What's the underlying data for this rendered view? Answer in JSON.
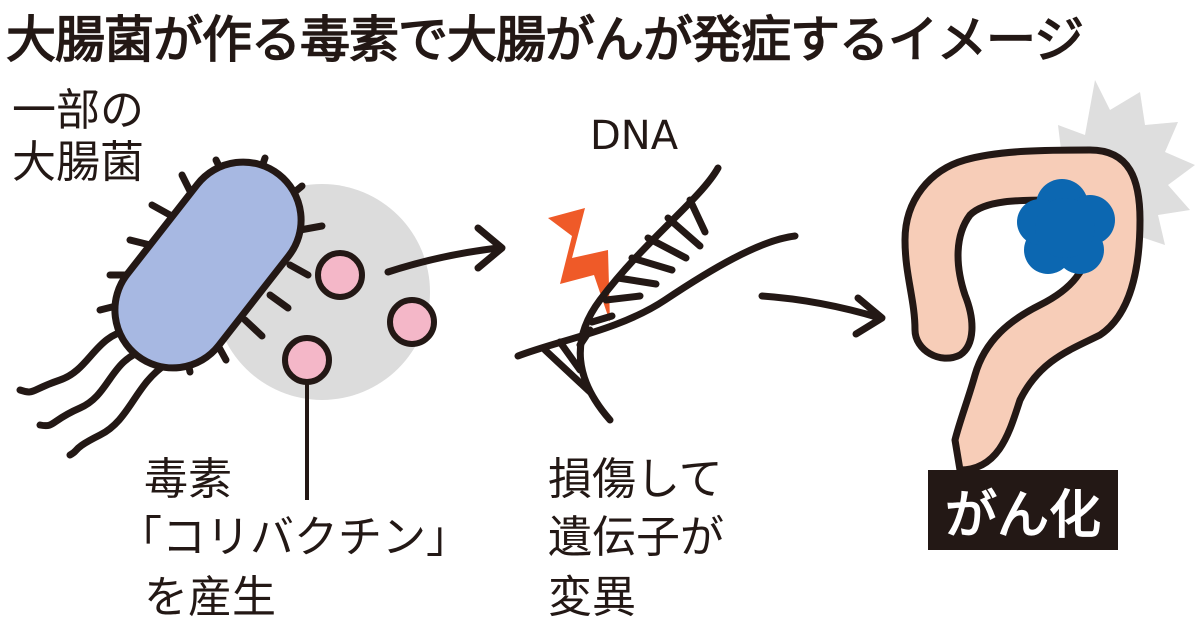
{
  "title": "大腸菌が作る毒素で大腸がんが発症するイメージ",
  "labels": {
    "bacteria": [
      "一部の",
      "大腸菌"
    ],
    "toxin": [
      "毒素",
      "「コリバクチン」",
      "を産生"
    ],
    "dna": "DNA",
    "damage": [
      "損傷して",
      "遺伝子が",
      "変異"
    ],
    "cancer": "がん化"
  },
  "colors": {
    "bacteria_fill": "#a7b8e2",
    "halo": "#dcdcdc",
    "toxin": "#f4b7c8",
    "lightning": "#ef5a28",
    "colon": "#f7cdb8",
    "tumor": "#0c67b1",
    "burst": "#dedede",
    "ink": "#231815"
  }
}
